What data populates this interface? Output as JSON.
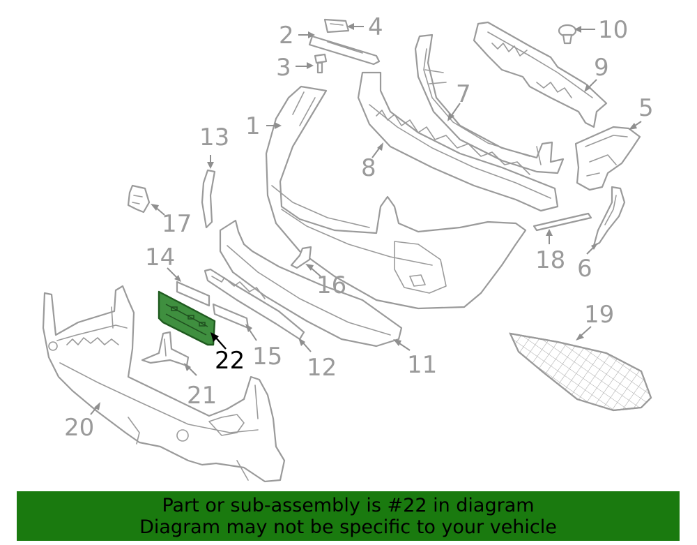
{
  "callouts": {
    "c1": "1",
    "c2": "2",
    "c3": "3",
    "c4": "4",
    "c5": "5",
    "c6": "6",
    "c7": "7",
    "c8": "8",
    "c9": "9",
    "c10": "10",
    "c11": "11",
    "c12": "12",
    "c13": "13",
    "c14": "14",
    "c15": "15",
    "c16": "16",
    "c17": "17",
    "c18": "18",
    "c19": "19",
    "c20": "20",
    "c21": "21",
    "c22": "22"
  },
  "highlighted_part": "22",
  "colors": {
    "highlight_fill": "#3f8f3f",
    "banner_background": "#1a7a0f",
    "part_stroke": "#9a9a9a"
  },
  "banner": {
    "line1": "Part or sub-assembly is #22 in diagram",
    "line2": "Diagram may not be specific to your vehicle"
  }
}
